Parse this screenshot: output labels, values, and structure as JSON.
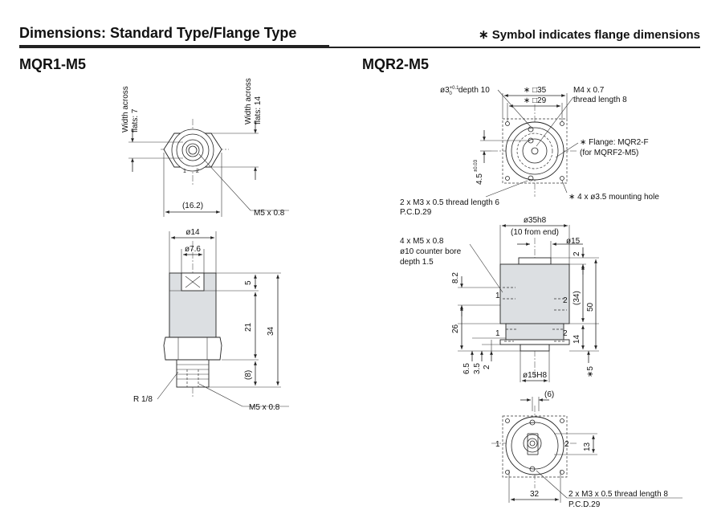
{
  "header": {
    "title": "Dimensions: Standard Type/Flange Type",
    "note": "∗ Symbol indicates flange dimensions"
  },
  "models": {
    "left": "MQR1-M5",
    "right": "MQR2-M5"
  },
  "mqr1": {
    "width_across_flats_7": "Width across\nflats: 7",
    "width_across_flats_14": "Width across\nflats: 14",
    "dim_16_2": "(16.2)",
    "m5_top": "M5 x 0.8",
    "dia14": "ø14",
    "dia7_6": "ø7.6",
    "dim5": "5",
    "dim21": "21",
    "dim34": "34",
    "dim8": "(8)",
    "r18": "R 1/8",
    "m5_bottom": "M5 x 0.8"
  },
  "mqr2": {
    "depth10": "ø3+0.1 0 depth 10",
    "sq35": "∗ □35",
    "sq29": "∗ □29",
    "m4": "M4 x 0.7",
    "thread8": "thread length 8",
    "flange": "∗ Flange: MQR2-F",
    "for_mqrf": "(for MQRF2-M5)",
    "dim45": "4.5",
    "tol003": "±0.03",
    "m3_6": "2 x M3 x 0.5 thread length 6",
    "pcd29a": "P.C.D.29",
    "hole35": "∗ 4 x ø3.5 mounting hole",
    "dia35h8": "ø35h8",
    "from_end": "(10 from end)",
    "m5_4x": "4 x M5 x 0.8",
    "counter_bore": "ø10 counter bore",
    "depth15": "depth 1.5",
    "dia15": "ø15",
    "dim2a": "2",
    "dim82": "8.2",
    "dim1a": "1",
    "dim2b": "2",
    "dim34b": "(34)",
    "dim50": "50",
    "dim26": "26",
    "dim1b": "1",
    "dim2c": "2",
    "dim14": "14",
    "dim65": "6.5",
    "dim35": "3.5",
    "dim2d": "2",
    "dia15h8": "ø15H8",
    "star5": "∗5",
    "dim6": "(6)",
    "dim1c": "1",
    "dim2e": "2",
    "dim13": "13",
    "dim32": "32",
    "m3_8": "2 x M3 x 0.5 thread length 8",
    "pcd29b": "P.C.D.29"
  }
}
